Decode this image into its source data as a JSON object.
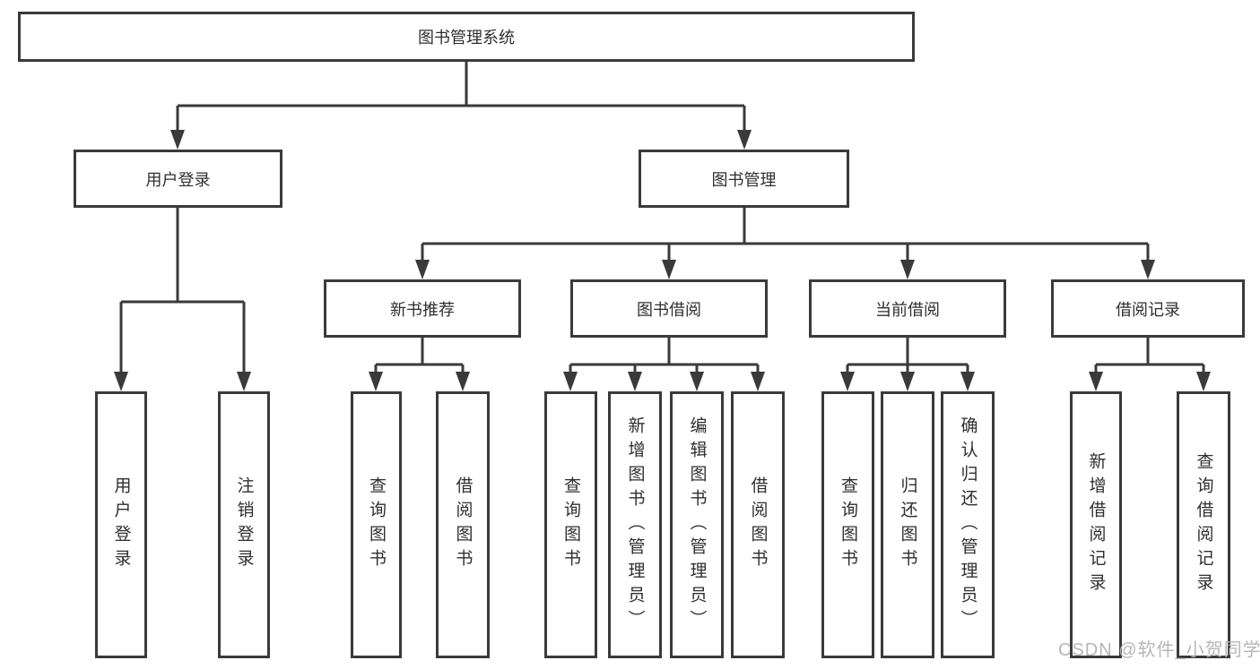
{
  "tree": {
    "root": {
      "label": "图书管理系统"
    },
    "level2": [
      {
        "label": "用户登录",
        "leaves": [
          {
            "label": "用户登录"
          },
          {
            "label": "注销登录"
          }
        ]
      },
      {
        "label": "图书管理",
        "level3": [
          {
            "label": "新书推荐",
            "leaves": [
              {
                "label": "查询图书"
              },
              {
                "label": "借阅图书"
              }
            ]
          },
          {
            "label": "图书借阅",
            "leaves": [
              {
                "label": "查询图书"
              },
              {
                "label": "新增图书（管理员）"
              },
              {
                "label": "编辑图书（管理员）"
              },
              {
                "label": "借阅图书"
              }
            ]
          },
          {
            "label": "当前借阅",
            "leaves": [
              {
                "label": "查询图书"
              },
              {
                "label": "归还图书"
              },
              {
                "label": "确认归还（管理员）"
              }
            ]
          },
          {
            "label": "借阅记录",
            "leaves": [
              {
                "label": "新增借阅记录"
              },
              {
                "label": "查询借阅记录"
              }
            ]
          }
        ]
      }
    ]
  },
  "watermark": {
    "text": "CSDN @软件_小贺同学"
  },
  "colors": {
    "line": "#3a3a3a",
    "text": "#2f2f2f",
    "background": "#ffffff",
    "watermark": "#b6b6b6"
  }
}
